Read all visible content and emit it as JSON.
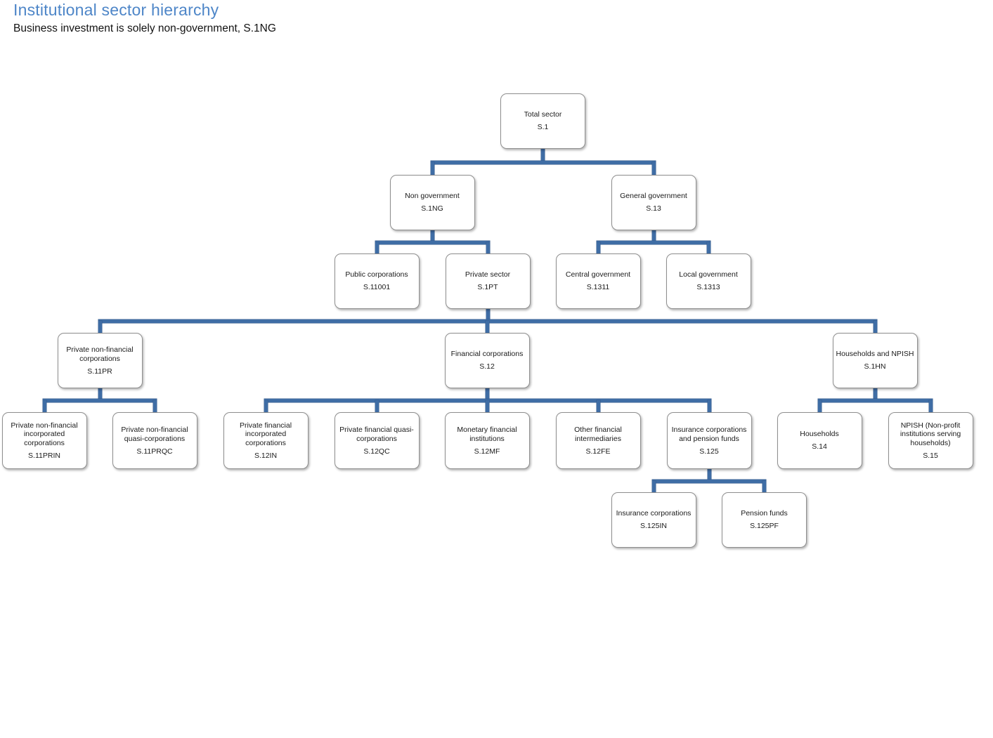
{
  "title": "Institutional sector hierarchy",
  "subtitle": "Business investment is solely non-government, S.1NG",
  "colors": {
    "title_text": "#4e86c8",
    "connector": "#3f6da5",
    "box_border": "#8f8f8f",
    "box_fill": "#ffffff"
  },
  "nodes": [
    {
      "id": "s1",
      "parent": null,
      "label": "Total sector",
      "code": "S.1"
    },
    {
      "id": "s1ng",
      "parent": "s1",
      "label": "Non government",
      "code": "S.1NG"
    },
    {
      "id": "s13",
      "parent": "s1",
      "label": "General government",
      "code": "S.13"
    },
    {
      "id": "s11001",
      "parent": "s1ng",
      "label": "Public corporations",
      "code": "S.11001"
    },
    {
      "id": "s1pt",
      "parent": "s1ng",
      "label": "Private sector",
      "code": "S.1PT"
    },
    {
      "id": "s1311",
      "parent": "s13",
      "label": "Central government",
      "code": "S.1311"
    },
    {
      "id": "s1313",
      "parent": "s13",
      "label": "Local government",
      "code": "S.1313"
    },
    {
      "id": "s11pr",
      "parent": "s1pt",
      "label": "Private non-financial corporations",
      "code": "S.11PR"
    },
    {
      "id": "s12",
      "parent": "s1pt",
      "label": "Financial corporations",
      "code": "S.12"
    },
    {
      "id": "s1hn",
      "parent": "s1pt",
      "label": "Households and NPISH",
      "code": "S.1HN"
    },
    {
      "id": "s11prin",
      "parent": "s11pr",
      "label": "Private non-financial incorporated corporations",
      "code": "S.11PRIN"
    },
    {
      "id": "s11prqc",
      "parent": "s11pr",
      "label": "Private non-financial quasi-corporations",
      "code": "S.11PRQC"
    },
    {
      "id": "s12in",
      "parent": "s12",
      "label": "Private financial incorporated corporations",
      "code": "S.12IN"
    },
    {
      "id": "s12qc",
      "parent": "s12",
      "label": "Private financial quasi-corporations",
      "code": "S.12QC"
    },
    {
      "id": "s12mf",
      "parent": "s12",
      "label": "Monetary financial institutions",
      "code": "S.12MF"
    },
    {
      "id": "s12fe",
      "parent": "s12",
      "label": "Other financial intermediaries",
      "code": "S.12FE"
    },
    {
      "id": "s125",
      "parent": "s12",
      "label": "Insurance corporations and pension funds",
      "code": "S.125"
    },
    {
      "id": "s14",
      "parent": "s1hn",
      "label": "Households",
      "code": "S.14"
    },
    {
      "id": "s15",
      "parent": "s1hn",
      "label": "NPISH (Non-profit institutions serving households)",
      "code": "S.15"
    },
    {
      "id": "s125in",
      "parent": "s125",
      "label": "Insurance corporations",
      "code": "S.125IN"
    },
    {
      "id": "s125pf",
      "parent": "s125",
      "label": "Pension funds",
      "code": "S.125PF"
    }
  ]
}
